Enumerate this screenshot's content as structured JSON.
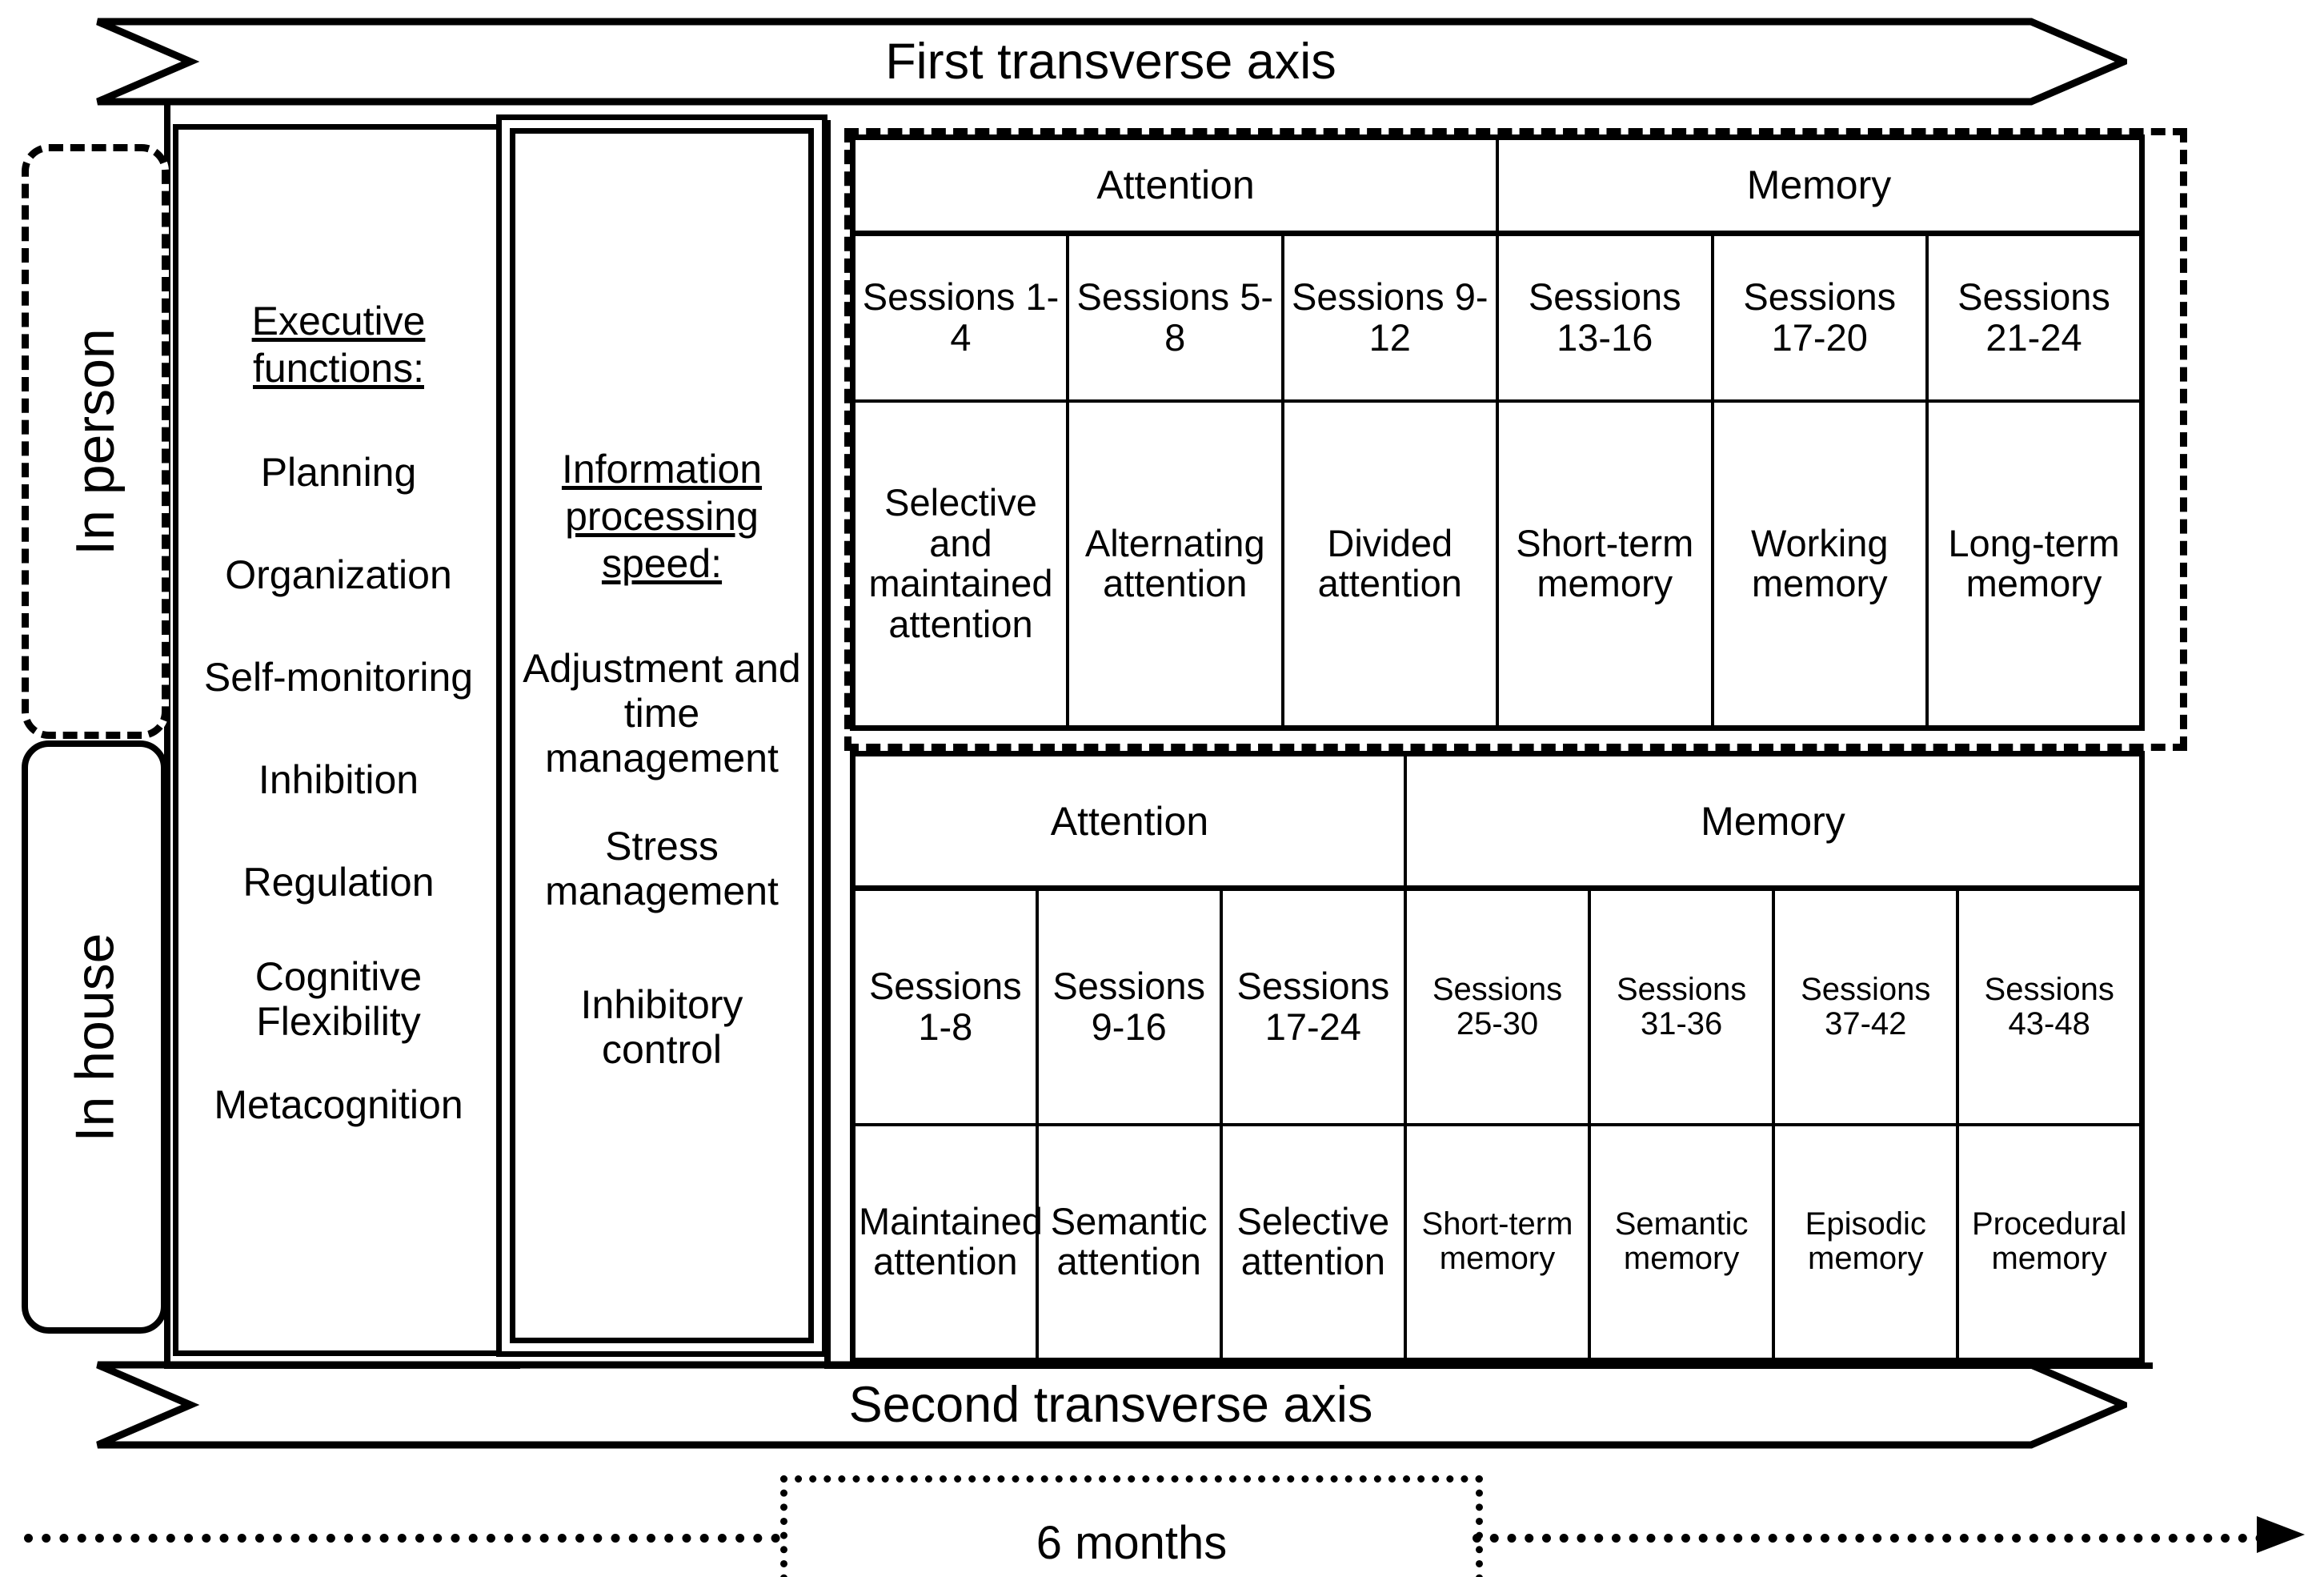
{
  "axes": {
    "top_label": "First transverse axis",
    "bottom_label": "Second transverse axis"
  },
  "modality": {
    "in_person": "In person",
    "in_house": "In house"
  },
  "columns": [
    {
      "title": "Executive functions:",
      "items": [
        "Planning",
        "Organization",
        "Self-monitoring",
        "Inhibition",
        "Regulation",
        "Cognitive Flexibility",
        "Metacognition"
      ]
    },
    {
      "title": "Information processing speed:",
      "items": [
        "Adjustment and time management",
        "Stress management",
        "Inhibitory control"
      ]
    }
  ],
  "table_first": {
    "groups": [
      {
        "label": "Attention",
        "span": 3
      },
      {
        "label": "Memory",
        "span": 3
      }
    ],
    "sessions": [
      "Sessions 1-4",
      "Sessions 5-8",
      "Sessions 9-12",
      "Sessions 13-16",
      "Sessions 17-20",
      "Sessions 21-24"
    ],
    "domains": [
      "Selective and maintained attention",
      "Alternating attention",
      "Divided attention",
      "Short-term memory",
      "Working memory",
      "Long-term memory"
    ]
  },
  "table_second": {
    "groups": [
      {
        "label": "Attention",
        "span": 3
      },
      {
        "label": "Memory",
        "span": 4
      }
    ],
    "sessions": [
      "Sessions 1-8",
      "Sessions 9-16",
      "Sessions 17-24",
      "Sessions 25-30",
      "Sessions 31-36",
      "Sessions 37-42",
      "Sessions 43-48"
    ],
    "domains": [
      "Maintained attention",
      "Semantic attention",
      "Selective attention",
      "Short-term memory",
      "Semantic memory",
      "Episodic memory",
      "Procedural memory"
    ]
  },
  "timeline": {
    "duration_label": "6 months"
  },
  "colors": {
    "stroke": "#000000",
    "background": "#ffffff"
  }
}
